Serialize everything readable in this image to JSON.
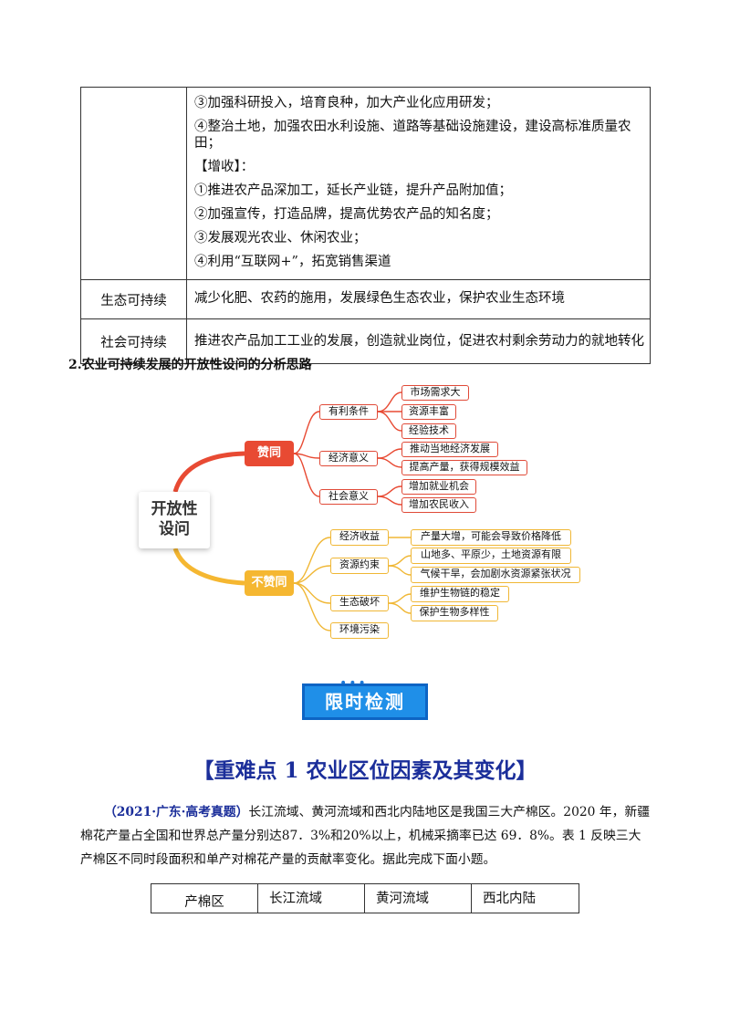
{
  "top_table": {
    "rows": [
      {
        "label": "",
        "lines": [
          "③加强科研投入，培育良种，加大产业化应用研发；",
          "④整治土地，加强农田水利设施、道路等基础设施建设，建设高标准质量农田；",
          "【增收】：",
          "①推进农产品深加工，延长产业链，提升产品附加值；",
          "②加强宣传，打造品牌，提高优势农产品的知名度；",
          "③发展观光农业、休闲农业；",
          "④利用“互联网+”，拓宽销售渠道"
        ]
      },
      {
        "label": "生态可持续",
        "lines": [
          "减少化肥、农药的施用，发展绿色生态农业，保护农业生态环境"
        ]
      },
      {
        "label": "社会可持续",
        "lines": [
          "推进农产品加工工业的发展，创造就业岗位，促进农村剩余劳动力的就地转化"
        ]
      }
    ]
  },
  "section_heading": "2.农业可持续发展的开放性设问的分析思路",
  "mindmap": {
    "root": [
      "开放性",
      "设问"
    ],
    "agree": {
      "label": "赞同",
      "color": "#e84a33",
      "branches": [
        {
          "label": "有利条件",
          "leaves": [
            "市场需求大",
            "资源丰富",
            "经验技术"
          ]
        },
        {
          "label": "经济意义",
          "leaves": [
            "推动当地经济发展",
            "提高产量，获得规模效益"
          ]
        },
        {
          "label": "社会意义",
          "leaves": [
            "增加就业机会",
            "增加农民收入"
          ]
        }
      ]
    },
    "disagree": {
      "label": "不赞同",
      "color": "#f5b731",
      "branches": [
        {
          "label": "经济收益",
          "leaves": [
            "产量大增，可能会导致价格降低"
          ]
        },
        {
          "label": "资源约束",
          "leaves": [
            "山地多、平原少，土地资源有限",
            "气候干旱，会加剧水资源紧张状况"
          ]
        },
        {
          "label": "生态破坏",
          "leaves": [
            "维护生物链的稳定",
            "保护生物多样性"
          ]
        },
        {
          "label": "环境污染",
          "leaves": []
        }
      ]
    }
  },
  "banner": {
    "dots": "•••",
    "text": "限时检测"
  },
  "key_point_title": "【重难点 1  农业区位因素及其变化】",
  "question": {
    "source": "（2021·广东·高考真题）",
    "text": "长江流域、黄河流域和西北内陆地区是我国三大产棉区。2020 年，新疆棉花产量占全国和世界总产量分别达87．3%和20%以上，机械采摘率已达 69．8%。表 1 反映三大产棉区不同时段面积和单产对棉花产量的贡献率变化。据此完成下面小题。"
  },
  "bottom_table": {
    "headers": [
      "产棉区",
      "长江流域",
      "黄河流域",
      "西北内陆"
    ]
  }
}
